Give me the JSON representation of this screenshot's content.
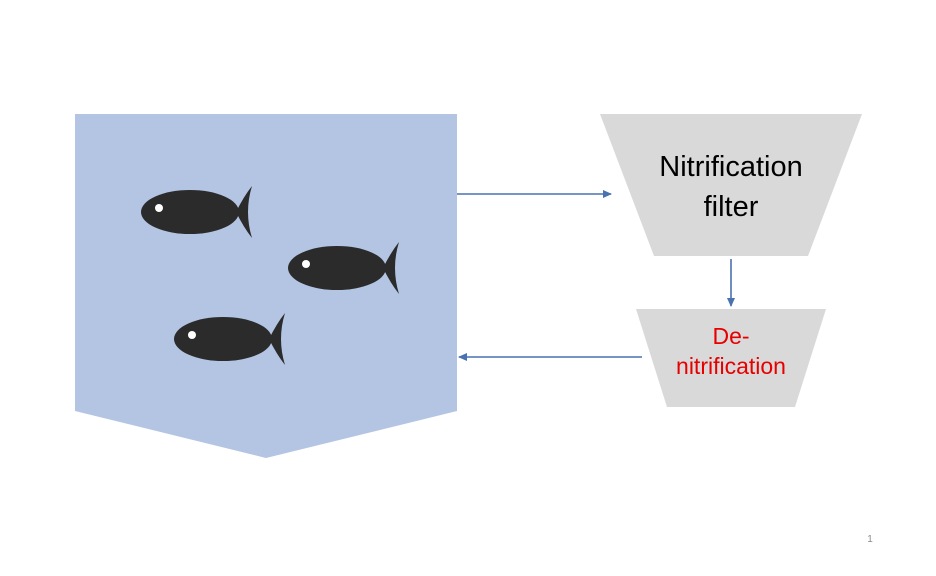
{
  "diagram": {
    "colors": {
      "tank": "#b3c5e3",
      "fish": "#2b2b2b",
      "fish_eye": "#ffffff",
      "filter": "#d9d9d9",
      "arrow": "#4a72b0",
      "nitrification_text": "#000000",
      "denitrification_text": "#e60000"
    },
    "nitrification_filter": {
      "line1": "Nitrification",
      "line2": "filter"
    },
    "denitrification": {
      "line1": "De-",
      "line2": "nitrification"
    },
    "tank": {
      "fish_count": 3
    }
  },
  "page_number": "1"
}
